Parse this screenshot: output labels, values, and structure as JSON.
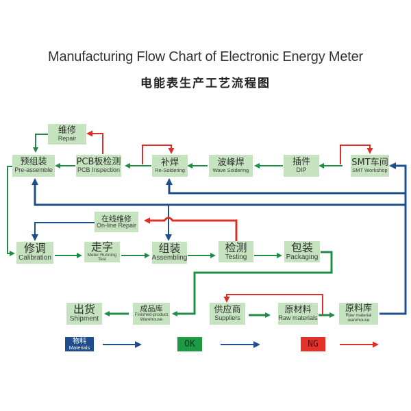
{
  "title": {
    "english": "Manufacturing Flow Chart of Electronic Energy Meter",
    "chinese": "电能表生产工艺流程图"
  },
  "colors": {
    "box_fill": "#c5e3bf",
    "ok_flow": "#1e8c45",
    "ng_flow": "#d9302a",
    "materials_flow": "#1f4e8c"
  },
  "nodes": {
    "repair": {
      "zh": "维修",
      "en": "Repair"
    },
    "pre_assemble": {
      "zh": "预组装",
      "en": "Pre-assemble"
    },
    "pcb_inspection": {
      "zh": "PCB板检测",
      "en": "PCB Inspection"
    },
    "re_soldering": {
      "zh": "补焊",
      "en": "Re-Soldering"
    },
    "wave_soldering": {
      "zh": "波峰焊",
      "en": "Wave Soldering"
    },
    "dip": {
      "zh": "插件",
      "en": "DIP"
    },
    "smt_workshop": {
      "zh": "SMT车间",
      "en": "SMT Workshop"
    },
    "online_repair": {
      "zh": "在线维修",
      "en": "On-line Repair"
    },
    "calibration": {
      "zh": "修调",
      "en": "Calibration"
    },
    "meter_running_test": {
      "zh": "走字",
      "en": "Meter Running Test"
    },
    "assembling": {
      "zh": "组装",
      "en": "Assembling"
    },
    "testing": {
      "zh": "检测",
      "en": "Testing"
    },
    "packaging": {
      "zh": "包装",
      "en": "Packaging"
    },
    "shipment": {
      "zh": "出货",
      "en": "Shipment"
    },
    "finished_product_warehouse": {
      "zh": "成品库",
      "en1": "Finished-product",
      "en2": "Warehouse"
    },
    "suppliers": {
      "zh": "供应商",
      "en": "Suppliers"
    },
    "raw_materials": {
      "zh": "原材料",
      "en": "Raw materials"
    },
    "raw_material_warehouse": {
      "zh": "原料库",
      "en1": "Raw material",
      "en2": "warehouse"
    }
  },
  "legend": {
    "materials": {
      "zh": "物料",
      "en": "Materials"
    },
    "ok": "OK",
    "ng": "NG"
  }
}
